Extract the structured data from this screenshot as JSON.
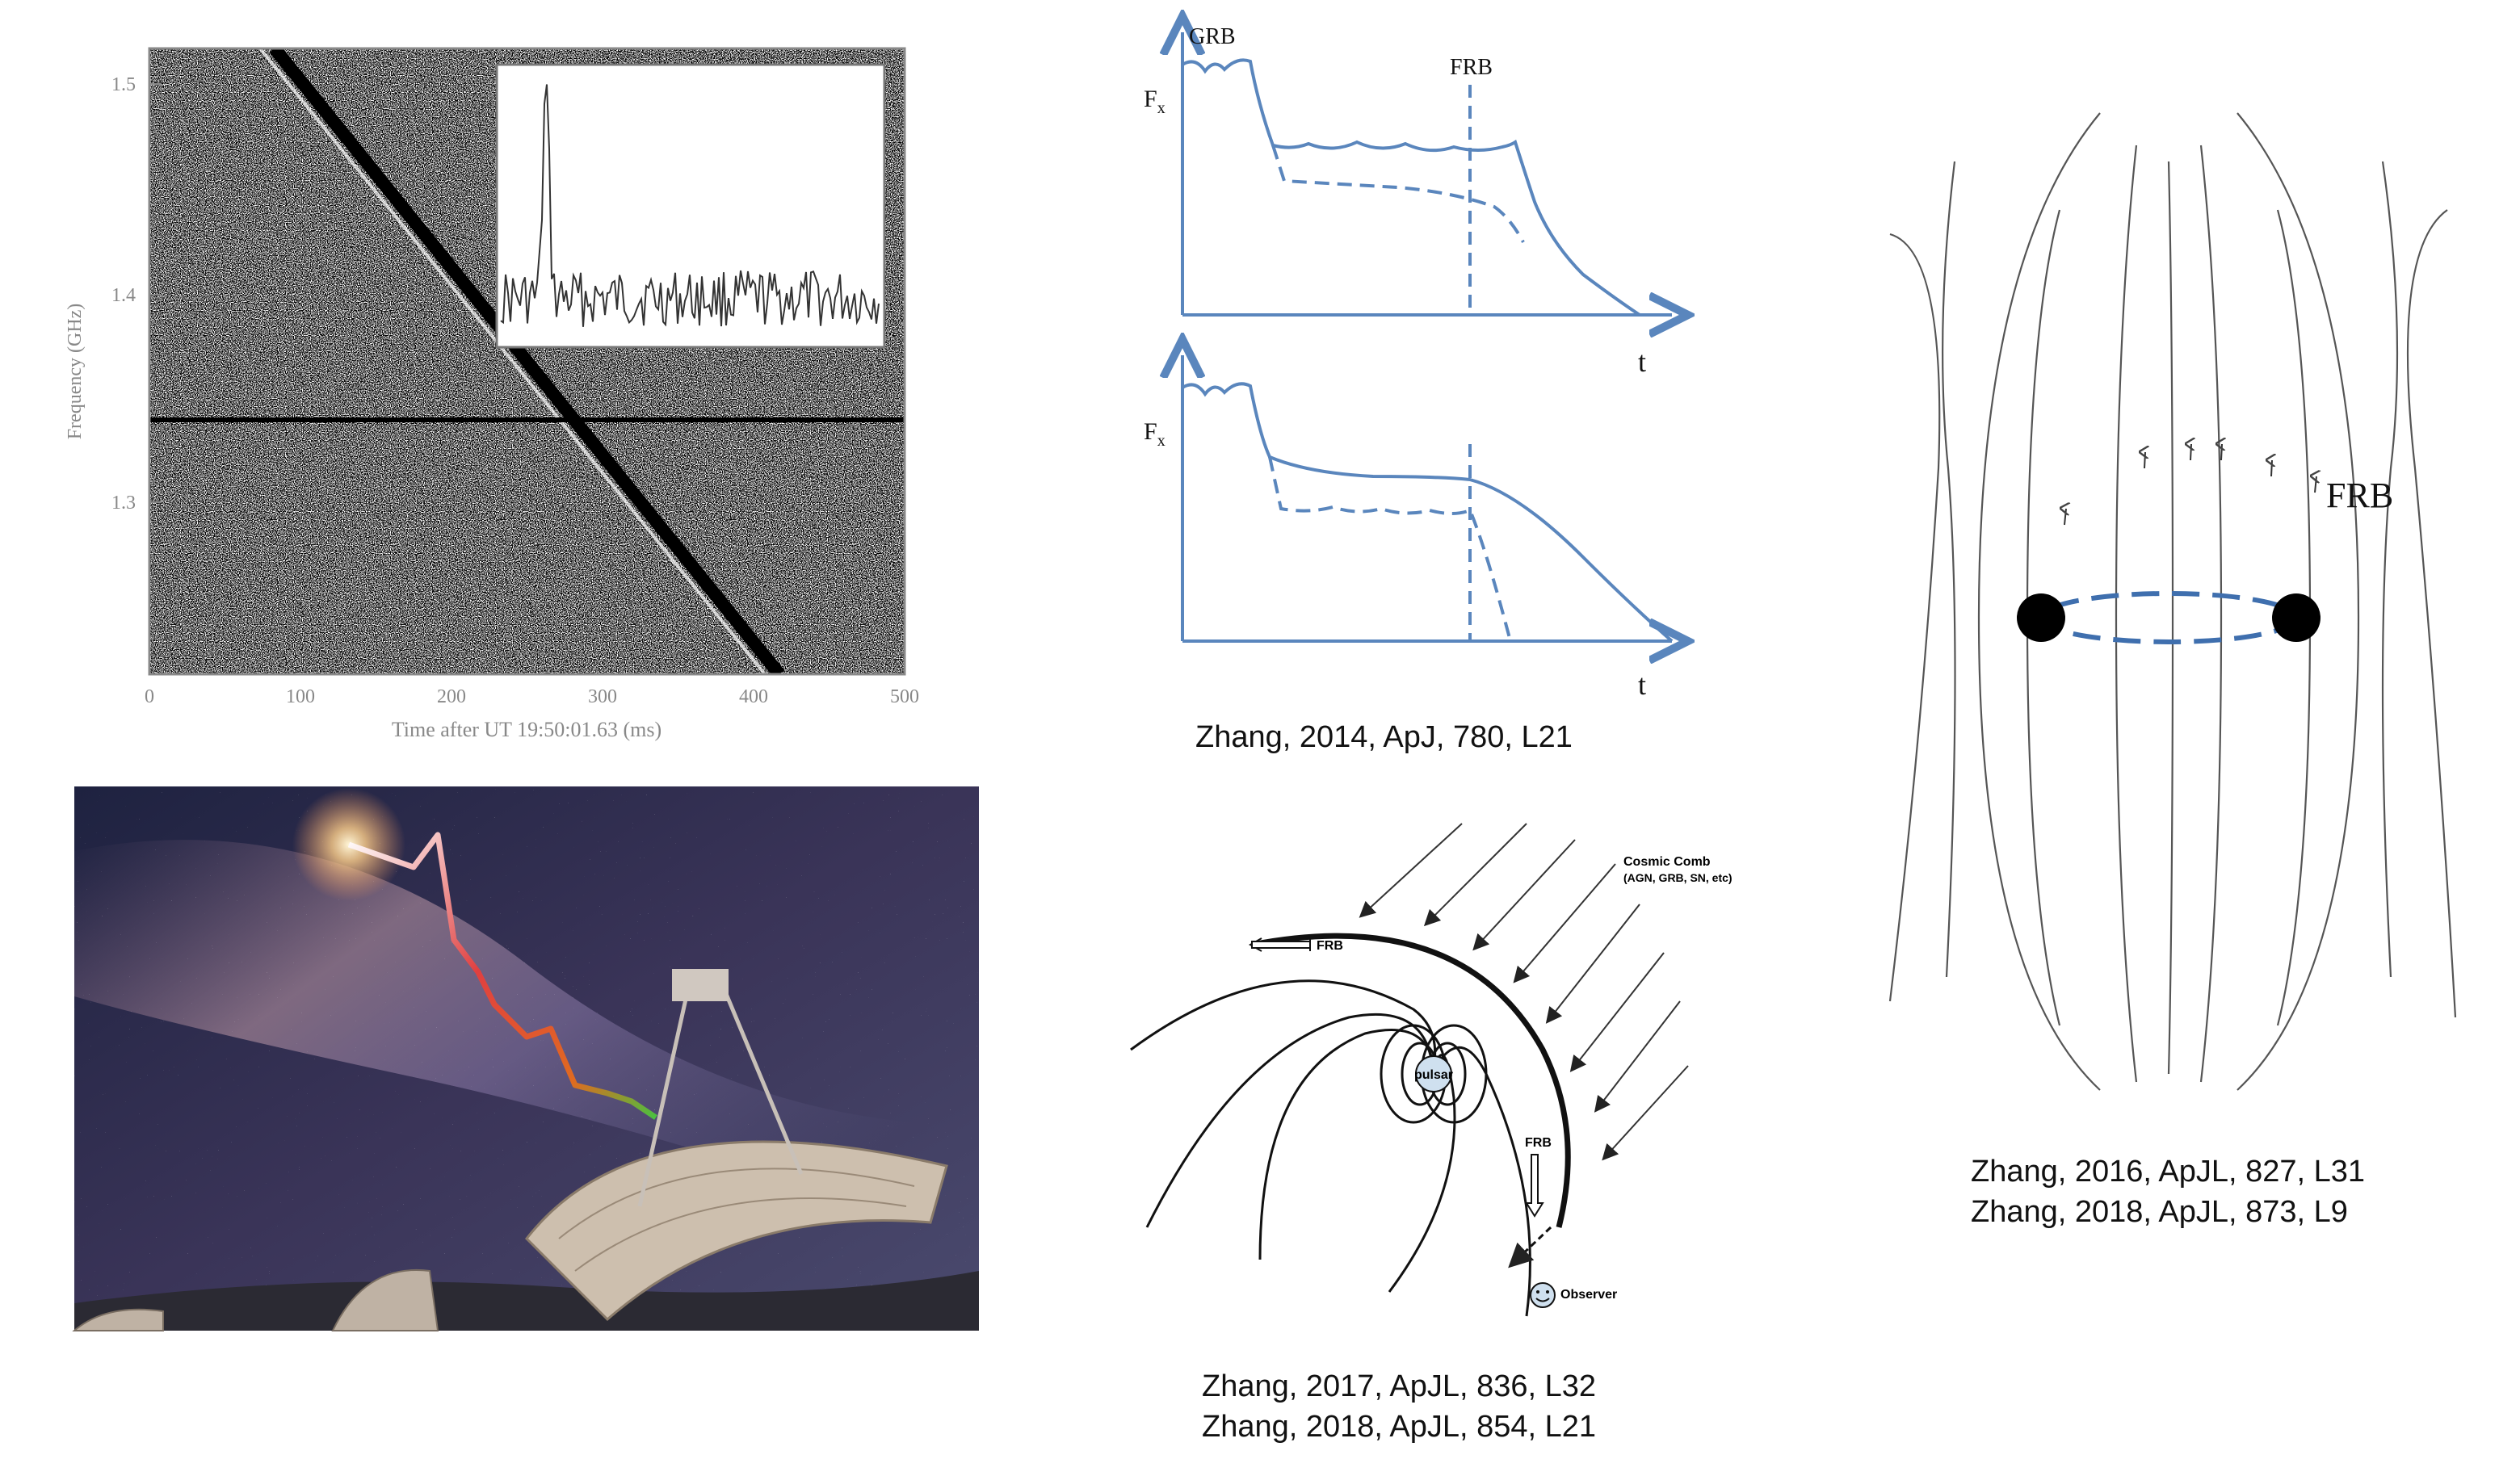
{
  "waterfall": {
    "ylabel": "Frequency (GHz)",
    "xlabel": "Time after UT 19:50:01.63 (ms)",
    "xticks": [
      "0",
      "100",
      "200",
      "300",
      "400",
      "500"
    ],
    "yticks": [
      "1.5",
      "1.4",
      "1.3"
    ]
  },
  "grb_curves": {
    "grb_label": "GRB",
    "frb_label": "FRB",
    "flux_label": "F",
    "flux_sub": "x",
    "time_label": "t",
    "citation": "Zhang, 2014, ApJ, 780, L21"
  },
  "magnetic_field": {
    "frb_label": "FRB",
    "citation_1": "Zhang, 2016, ApJL, 827, L31",
    "citation_2": "Zhang, 2018, ApJL, 873, L9"
  },
  "cosmic_comb": {
    "title": "Cosmic Comb",
    "subtitle": "(AGN, GRB, SN, etc)",
    "frb_top": "FRB",
    "frb_right": "FRB",
    "pulsar_label": "pulsar",
    "observer_label": "Observer",
    "citation_1": "Zhang, 2017, ApJL, 836, L32",
    "citation_2": "Zhang, 2018, ApJL, 854, L21"
  },
  "colors": {
    "curve": "#5a86bd",
    "field_line": "#444444"
  }
}
